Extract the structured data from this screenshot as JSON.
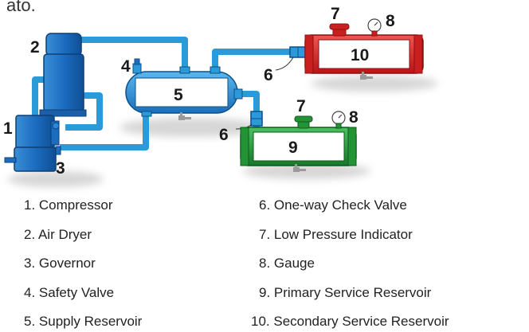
{
  "partial_text": "ato.",
  "numbers": {
    "n1": "1",
    "n2": "2",
    "n3": "3",
    "n4": "4",
    "n5": "5",
    "n6a": "6",
    "n6b": "6",
    "n7a": "7",
    "n7b": "7",
    "n8a": "8",
    "n8b": "8",
    "n9": "9",
    "n10": "10"
  },
  "colors": {
    "line": "#2a9ad8",
    "compressor": "#1f7fd0",
    "supply_reservoir": "#2a9ad8",
    "primary_reservoir": "#2ea043",
    "secondary_reservoir": "#e12b2b"
  },
  "legend": {
    "left": [
      "1. Compressor",
      "2. Air Dryer",
      "3. Governor",
      "4. Safety Valve",
      "5. Supply Reservoir"
    ],
    "right": [
      "6. One-way Check Valve",
      "7. Low Pressure Indicator",
      "8. Gauge",
      "9. Primary Service Reservoir",
      "10. Secondary Service Reservoir"
    ]
  }
}
